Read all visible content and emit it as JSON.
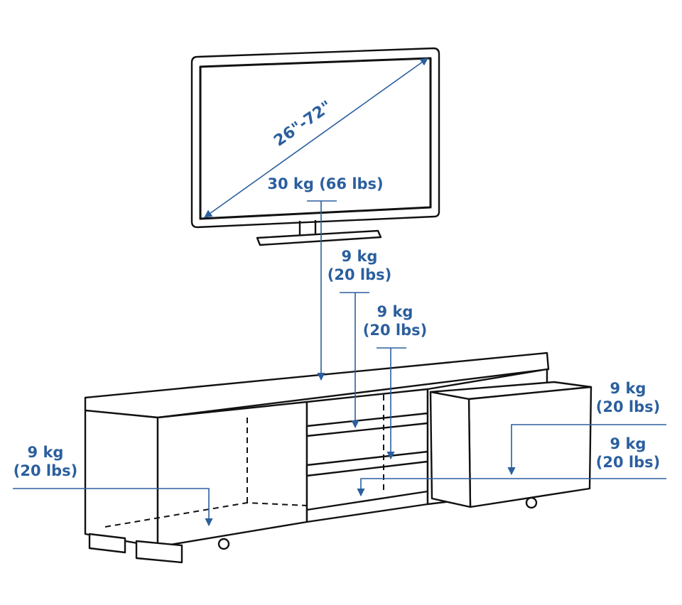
{
  "colors": {
    "line": "#111111",
    "accent": "#2b5f9e"
  },
  "screen_size": "26\"-72\"",
  "labels": {
    "tv_top": "30 kg (66 lbs)",
    "shelf_upper": {
      "kg": "9 kg",
      "lbs": "(20 lbs)"
    },
    "shelf_middle": {
      "kg": "9 kg",
      "lbs": "(20 lbs)"
    },
    "left_cabinet": {
      "kg": "9 kg",
      "lbs": "(20 lbs)"
    },
    "drawer_top": {
      "kg": "9 kg",
      "lbs": "(20 lbs)"
    },
    "drawer_bottom": {
      "kg": "9 kg",
      "lbs": "(20 lbs)"
    }
  }
}
